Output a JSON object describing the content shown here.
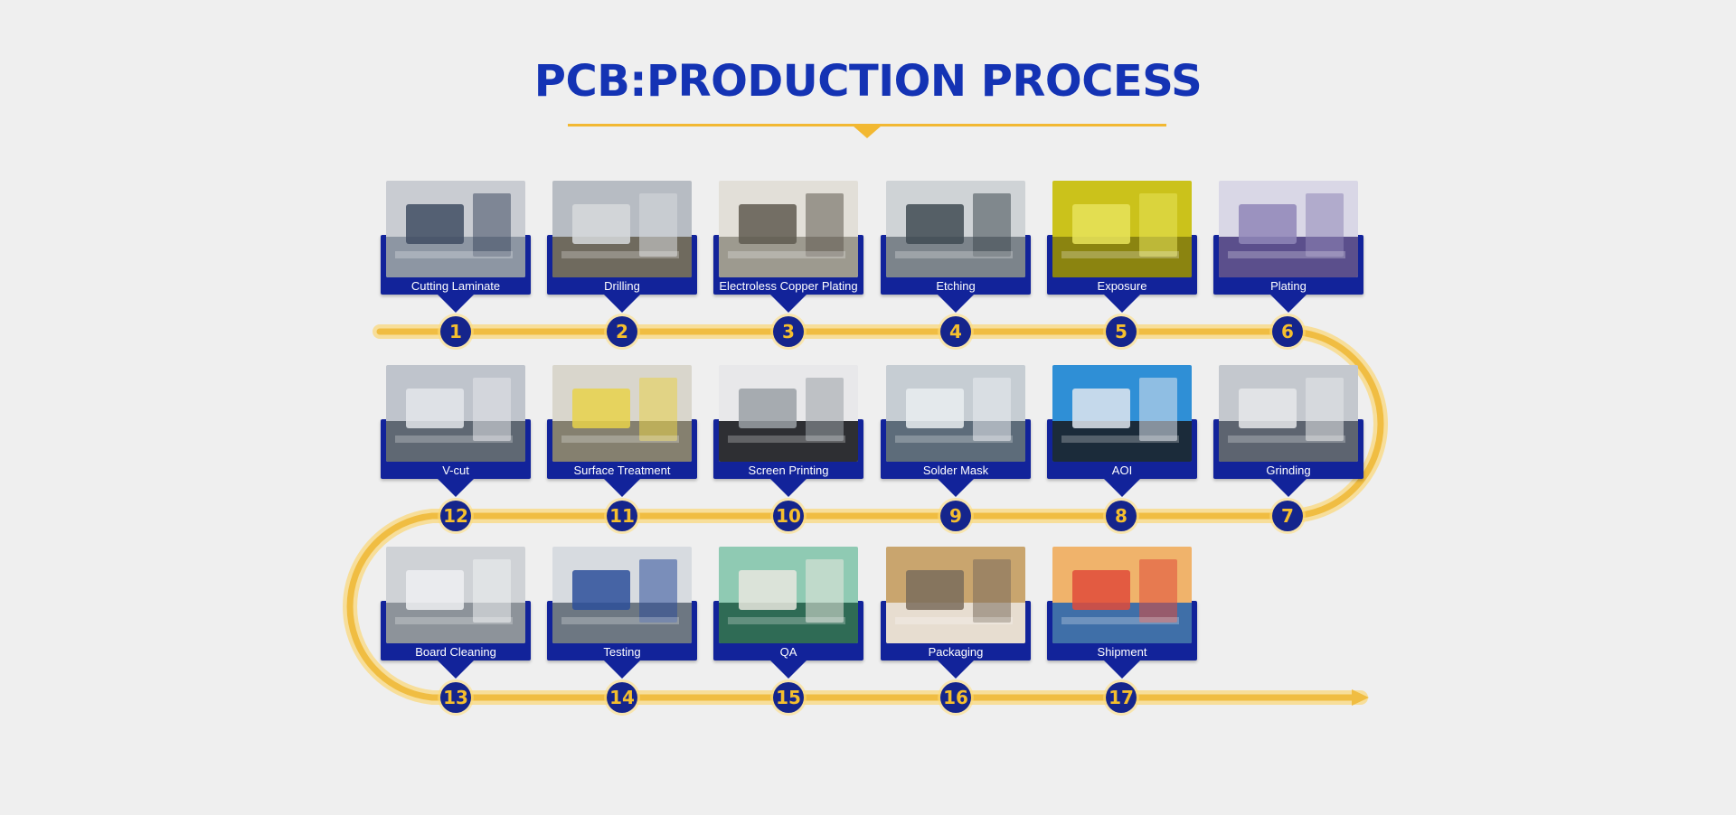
{
  "title": "PCB:PRODUCTION PROCESS",
  "colors": {
    "title": "#1433b4",
    "accent": "#f2b832",
    "card_plate": "#12239a",
    "step_circle": "#15258c",
    "step_number": "#f5bf2e"
  },
  "steps": [
    {
      "number": "1",
      "label": "Cutting Laminate"
    },
    {
      "number": "2",
      "label": "Drilling"
    },
    {
      "number": "3",
      "label": "Electroless Copper Plating"
    },
    {
      "number": "4",
      "label": "Etching"
    },
    {
      "number": "5",
      "label": "Exposure"
    },
    {
      "number": "6",
      "label": "Plating"
    },
    {
      "number": "7",
      "label": "Grinding"
    },
    {
      "number": "8",
      "label": "AOI"
    },
    {
      "number": "9",
      "label": "Solder Mask"
    },
    {
      "number": "10",
      "label": "Screen Printing"
    },
    {
      "number": "11",
      "label": "Surface Treatment"
    },
    {
      "number": "12",
      "label": "V-cut"
    },
    {
      "number": "13",
      "label": "Board Cleaning"
    },
    {
      "number": "14",
      "label": "Testing"
    },
    {
      "number": "15",
      "label": "QA"
    },
    {
      "number": "16",
      "label": "Packaging"
    },
    {
      "number": "17",
      "label": "Shipment"
    }
  ]
}
